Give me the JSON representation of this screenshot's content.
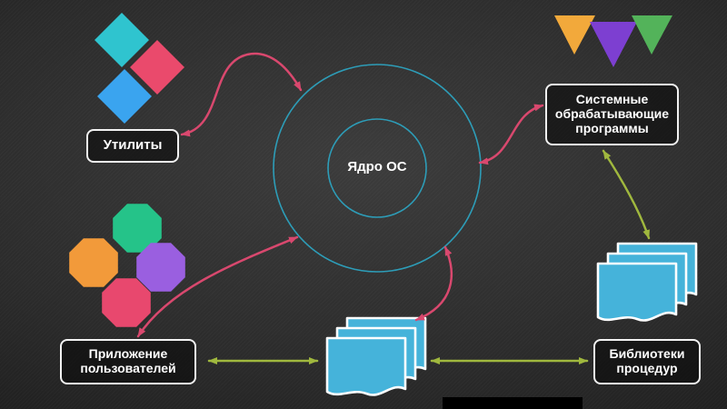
{
  "diagram": {
    "kernel_label": "Ядро ОС",
    "nodes": {
      "utilities": "Утилиты",
      "system_programs": "Системные обрабатывающие программы",
      "user_apps": "Приложение пользователей",
      "libraries": "Библиотеки процедур"
    },
    "colors": {
      "circle_stroke": "#2d9db8",
      "arrow_pink": "#d9486e",
      "arrow_green": "#a0b83e",
      "doc_fill": "#45b3da",
      "diamond_cyan": "#2fc4cf",
      "diamond_pink": "#ea4a6c",
      "diamond_blue": "#3aa4ef",
      "triangle_yellow": "#f2a93b",
      "triangle_purple": "#7d3fd1",
      "triangle_green": "#53b35a",
      "octagon_green": "#25c389",
      "octagon_orange": "#f29a3a",
      "octagon_purple": "#9a5fe0",
      "octagon_pink": "#e8486e"
    }
  }
}
